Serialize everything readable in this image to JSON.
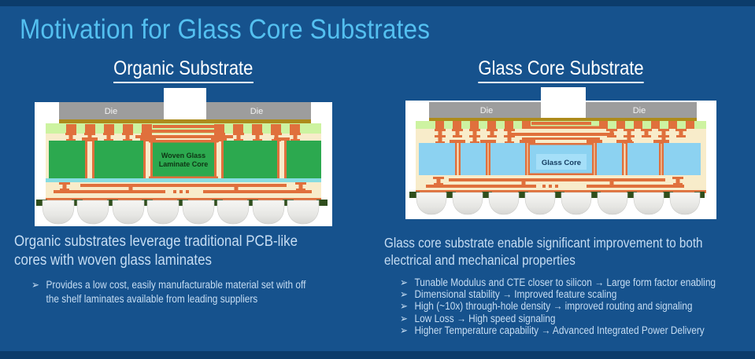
{
  "slide": {
    "title": "Motivation for Glass Core Substrates",
    "bullet_marker": "➢"
  },
  "left": {
    "header": "Organic Substrate",
    "summary": "Organic substrates leverage traditional PCB-like\ncores with woven glass laminates",
    "bullets": [
      "Provides a low cost, easily manufacturable material set with off\nthe shelf laminates available from leading suppliers"
    ],
    "diagram": {
      "die_left": "Die",
      "die_right": "Die",
      "core_label_line1": "Woven Glass",
      "core_label_line2": "Laminate Core"
    }
  },
  "right": {
    "header": "Glass Core Substrate",
    "summary": "Glass core substrate enable significant improvement to both\nelectrical and mechanical properties",
    "bullets": [
      "Tunable Modulus and CTE closer to silicon → Large form factor enabling",
      "Dimensional stability → Improved feature scaling",
      "High (~10x) through-hole density → improved routing and signaling",
      "Low Loss → High speed signaling",
      "Higher Temperature capability → Advanced Integrated Power Delivery"
    ],
    "diagram": {
      "die_left": "Die",
      "die_right": "Die",
      "core_label": "Glass Core"
    }
  },
  "colors": {
    "background": "#16528D",
    "edge_strip": "#0C3C6B",
    "title": "#54C0F0",
    "header_text": "#FFFFFF",
    "body_text": "#C6DDF3",
    "panel_white": "#FFFFFF",
    "die_gray": "#9D9D9D",
    "die_attach_gold": "#AD8B1C",
    "solder_mask_green": "#CDF3A1",
    "laminate_cream": "#F8ECCA",
    "copper_orange": "#E0703C",
    "organic_core_green": "#2CA94F",
    "glass_core_blue": "#8CD2F1",
    "glass_label_band": "#A5DFF8",
    "cyan_layer": "#87DCE1",
    "bga_pad_green": "#2F4E1C"
  }
}
